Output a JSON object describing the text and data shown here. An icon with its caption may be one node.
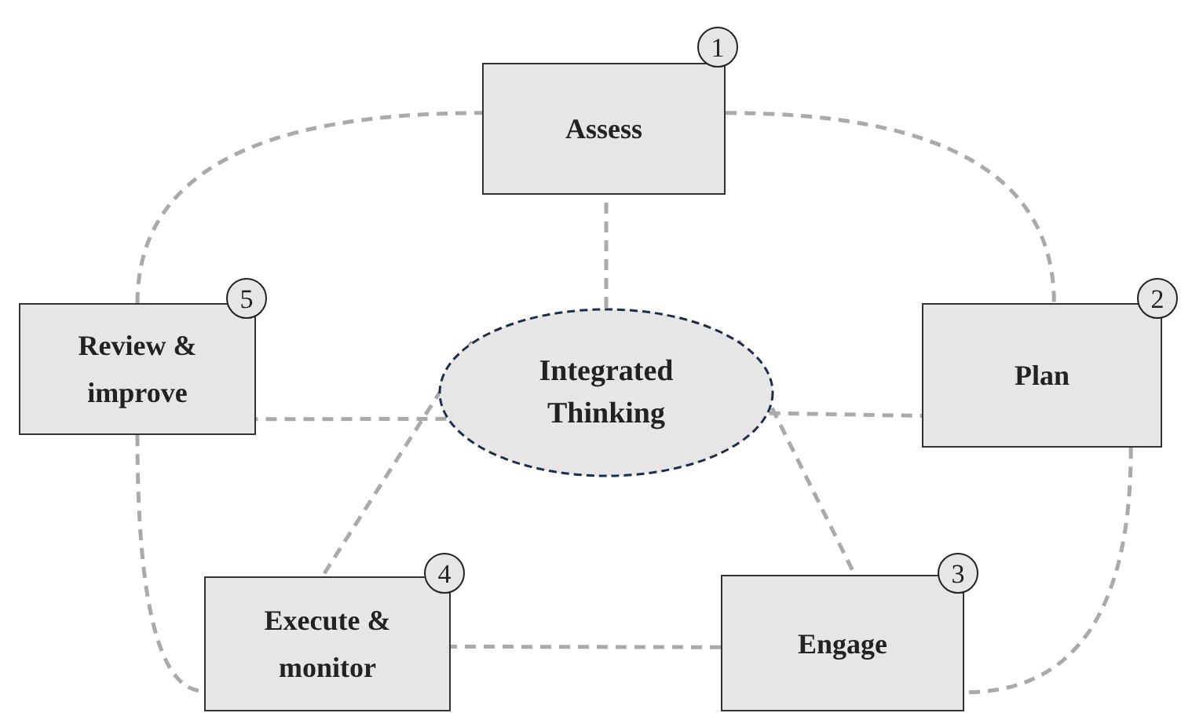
{
  "diagram": {
    "nodes": [
      {
        "text": [
          "Assess"
        ]
      },
      {
        "text": [
          "1"
        ]
      },
      {
        "text": [
          "5"
        ]
      },
      {
        "text": [
          "Review & improve"
        ]
      },
      {
        "text": [
          "Integrated Thinking"
        ]
      },
      {
        "text": [
          "2"
        ]
      },
      {
        "text": [
          "Plan"
        ]
      },
      {
        "text": [
          "4"
        ]
      },
      {
        "text": [
          "Execute & monitor"
        ]
      },
      {
        "text": [
          "3"
        ]
      },
      {
        "text": [
          "Engage"
        ]
      }
    ],
    "edges": [
      {
        "from": 4,
        "to": 0,
        "arrow": "none",
        "style": "dashed"
      },
      {
        "from": 4,
        "to": 3,
        "arrow": "none",
        "style": "dashed"
      },
      {
        "from": 4,
        "to": 6,
        "arrow": "none",
        "style": "dashed"
      },
      {
        "from": 4,
        "to": 8,
        "arrow": "none",
        "style": "dashed"
      },
      {
        "from": 4,
        "to": 10,
        "arrow": "none",
        "style": "dashed"
      },
      {
        "from": 0,
        "to": 6,
        "arrow": "none",
        "style": "dashed"
      },
      {
        "from": 6,
        "to": 10,
        "arrow": "none",
        "style": "dashed"
      },
      {
        "from": 10,
        "to": 8,
        "arrow": "none",
        "style": "dashed"
      },
      {
        "from": 3,
        "to": 8,
        "arrow": "none",
        "style": "dashed"
      },
      {
        "from": 3,
        "to": 0,
        "arrow": "none",
        "style": "dashed"
      }
    ]
  }
}
